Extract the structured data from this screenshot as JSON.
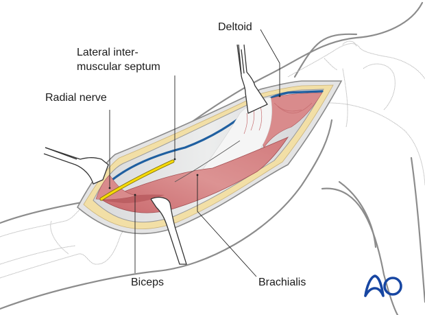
{
  "figure": {
    "subject": "Lateral approach to the humerus – surgical exposure",
    "colors": {
      "muscle": "#d9888a",
      "muscle_dark": "#b85a5e",
      "muscle_light": "#eab3b3",
      "nerve": "#f5d90a",
      "vein": "#1f5fa0",
      "fat": "#f2dfa6",
      "septum": "#e6e7e9",
      "tendon": "#f4f4f4",
      "outline": "#8a8a8a",
      "bone_outline": "#b8b8b8",
      "retractor": "#ffffff",
      "leader_line": "#222222",
      "logo": "#1746a2"
    },
    "labels": {
      "deltoid": "Deltoid",
      "septum_line1": "Lateral inter-",
      "septum_line2": "muscular septum",
      "radial_nerve": "Radial nerve",
      "biceps": "Biceps",
      "brachialis": "Brachialis"
    },
    "logo": {
      "text": "AO"
    }
  }
}
